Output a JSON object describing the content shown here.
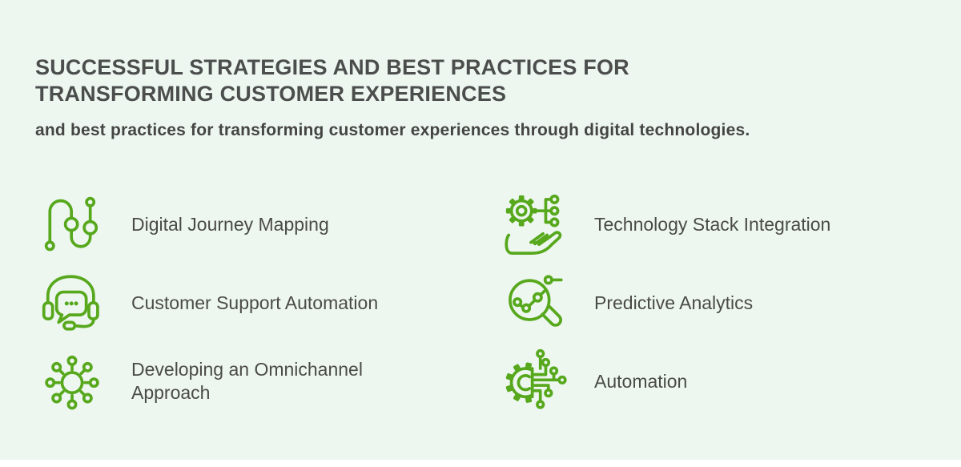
{
  "palette": {
    "background": "#edf7f0",
    "accent_green": "#57a81c",
    "heading_gray": "#4c4e4d",
    "label_gray": "#4b4b46",
    "bottom_bar": "#ffffff"
  },
  "header": {
    "title_line1": "SUCCESSFUL STRATEGIES AND BEST PRACTICES FOR",
    "title_line2": "TRANSFORMING CUSTOMER EXPERIENCES",
    "subtitle": "and best practices for transforming customer experiences through digital technologies."
  },
  "items": [
    {
      "label": "Digital Journey Mapping",
      "icon": "journey-path-icon"
    },
    {
      "label": "Technology Stack Integration",
      "icon": "hand-gear-network-icon"
    },
    {
      "label": "Customer Support Automation",
      "icon": "headset-chat-icon"
    },
    {
      "label": "Predictive Analytics",
      "icon": "magnifier-chart-icon"
    },
    {
      "label": "Developing an Omnichannel Approach",
      "icon": "hub-spoke-icon"
    },
    {
      "label": "Automation",
      "icon": "gear-circuit-icon"
    }
  ]
}
